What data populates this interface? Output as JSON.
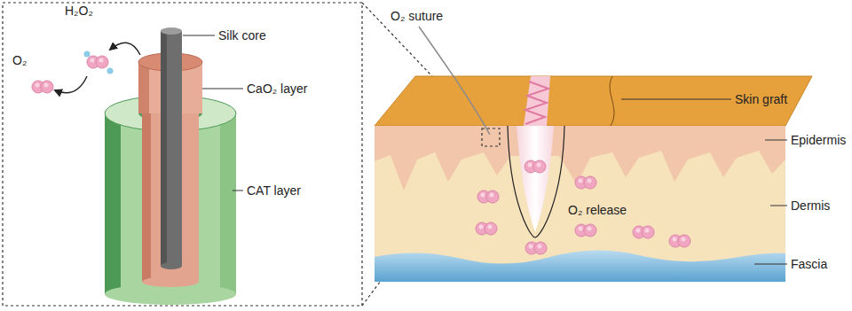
{
  "diagram": {
    "labels": [
      "H₂O₂",
      "O₂",
      "Silk core",
      "CaO₂ layer",
      "CAT layer",
      "O₂ suture",
      "Skin graft",
      "Epidermis",
      "Dermis",
      "O₂ release",
      "Fascia"
    ]
  }
}
